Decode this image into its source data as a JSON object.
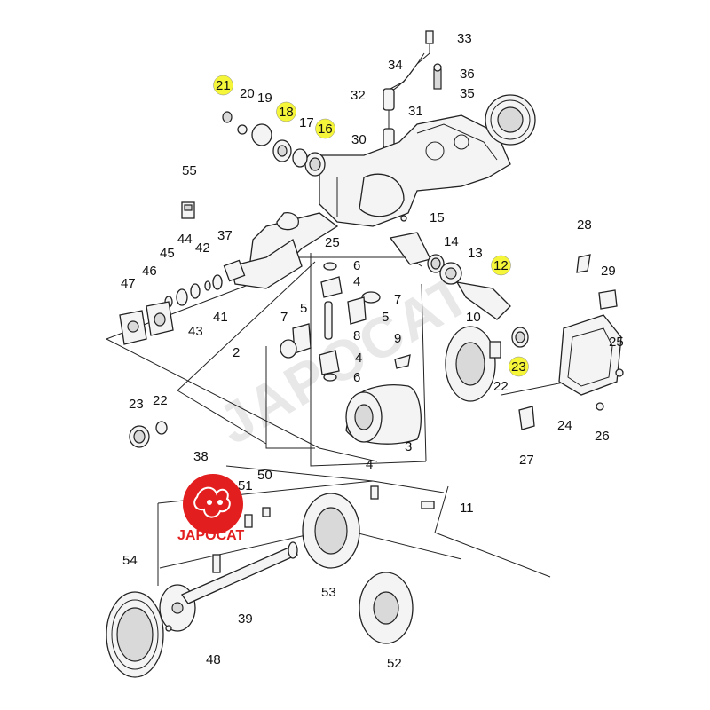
{
  "diagram": {
    "callouts": [
      "33",
      "34",
      "36",
      "32",
      "35",
      "21",
      "20",
      "19",
      "18",
      "17",
      "16",
      "31",
      "30",
      "55",
      "15",
      "14",
      "13",
      "12",
      "25",
      "28",
      "29",
      "6",
      "7",
      "5",
      "8",
      "9",
      "4",
      "2",
      "3",
      "47",
      "46",
      "45",
      "44",
      "42",
      "37",
      "43",
      "41",
      "10",
      "22",
      "23",
      "24",
      "26",
      "27",
      "38",
      "50",
      "51",
      "11",
      "54",
      "53",
      "39",
      "48",
      "52"
    ],
    "highlighted": [
      "21",
      "18",
      "16",
      "12",
      "23"
    ],
    "highlight_color": "#f5f53a",
    "logo": {
      "text": "JAPOCAT",
      "color": "#e31e1e"
    },
    "watermark": "JAPOCAT"
  }
}
